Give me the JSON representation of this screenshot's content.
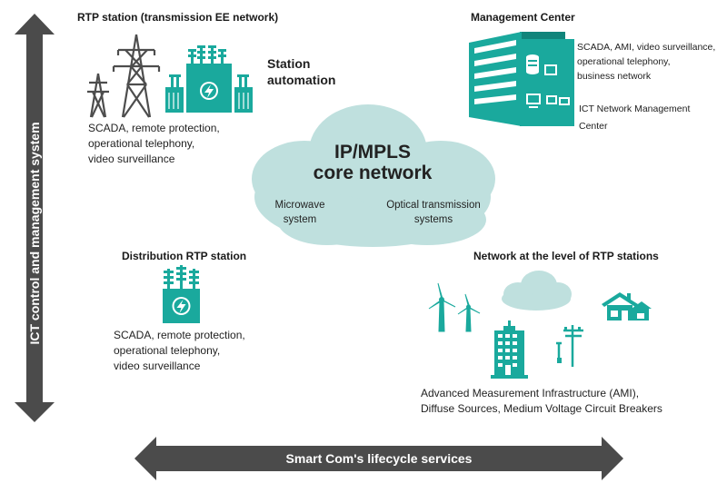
{
  "colors": {
    "teal": "#1aa99d",
    "teal_dark": "#11857b",
    "cloud": "#bfe0de",
    "cloud_small": "#bfe0de",
    "arrow": "#4b4b4b",
    "pylon": "#4d4d4d"
  },
  "left_arrow": {
    "label": "ICT control and management system"
  },
  "bottom_arrow": {
    "label": "Smart Com's lifecycle services"
  },
  "rtp_station": {
    "title": "RTP station (transmission EE network)",
    "lines": [
      "SCADA, remote protection,",
      "operational telephony,",
      "video surveillance"
    ]
  },
  "station_automation": {
    "lines": [
      "Station",
      "automation"
    ]
  },
  "management_center": {
    "title": "Management Center",
    "services": [
      "SCADA, AMI, video surveillance,",
      "operational telephony,",
      "business network"
    ],
    "ict": [
      "ICT Network Management",
      "Center"
    ]
  },
  "core_network": {
    "title_lines": [
      "IP/MPLS",
      "core network"
    ],
    "microwave": [
      "Microwave",
      "system"
    ],
    "optical": [
      "Optical transmission",
      "systems"
    ]
  },
  "distribution": {
    "title": "Distribution RTP station",
    "lines": [
      "SCADA, remote protection,",
      "operational telephony,",
      "video surveillance"
    ]
  },
  "rtp_network": {
    "title": "Network at the level of RTP stations",
    "lines": [
      "Advanced Measurement Infrastructure (AMI),",
      "Diffuse Sources, Medium Voltage Circuit Breakers"
    ]
  },
  "icons": [
    "pylon-icon",
    "substation-icon",
    "server-building-icon",
    "transformer-icon",
    "wind-turbine-icon",
    "cloud-icon",
    "house-icon",
    "office-building-icon",
    "utility-pole-icon"
  ]
}
